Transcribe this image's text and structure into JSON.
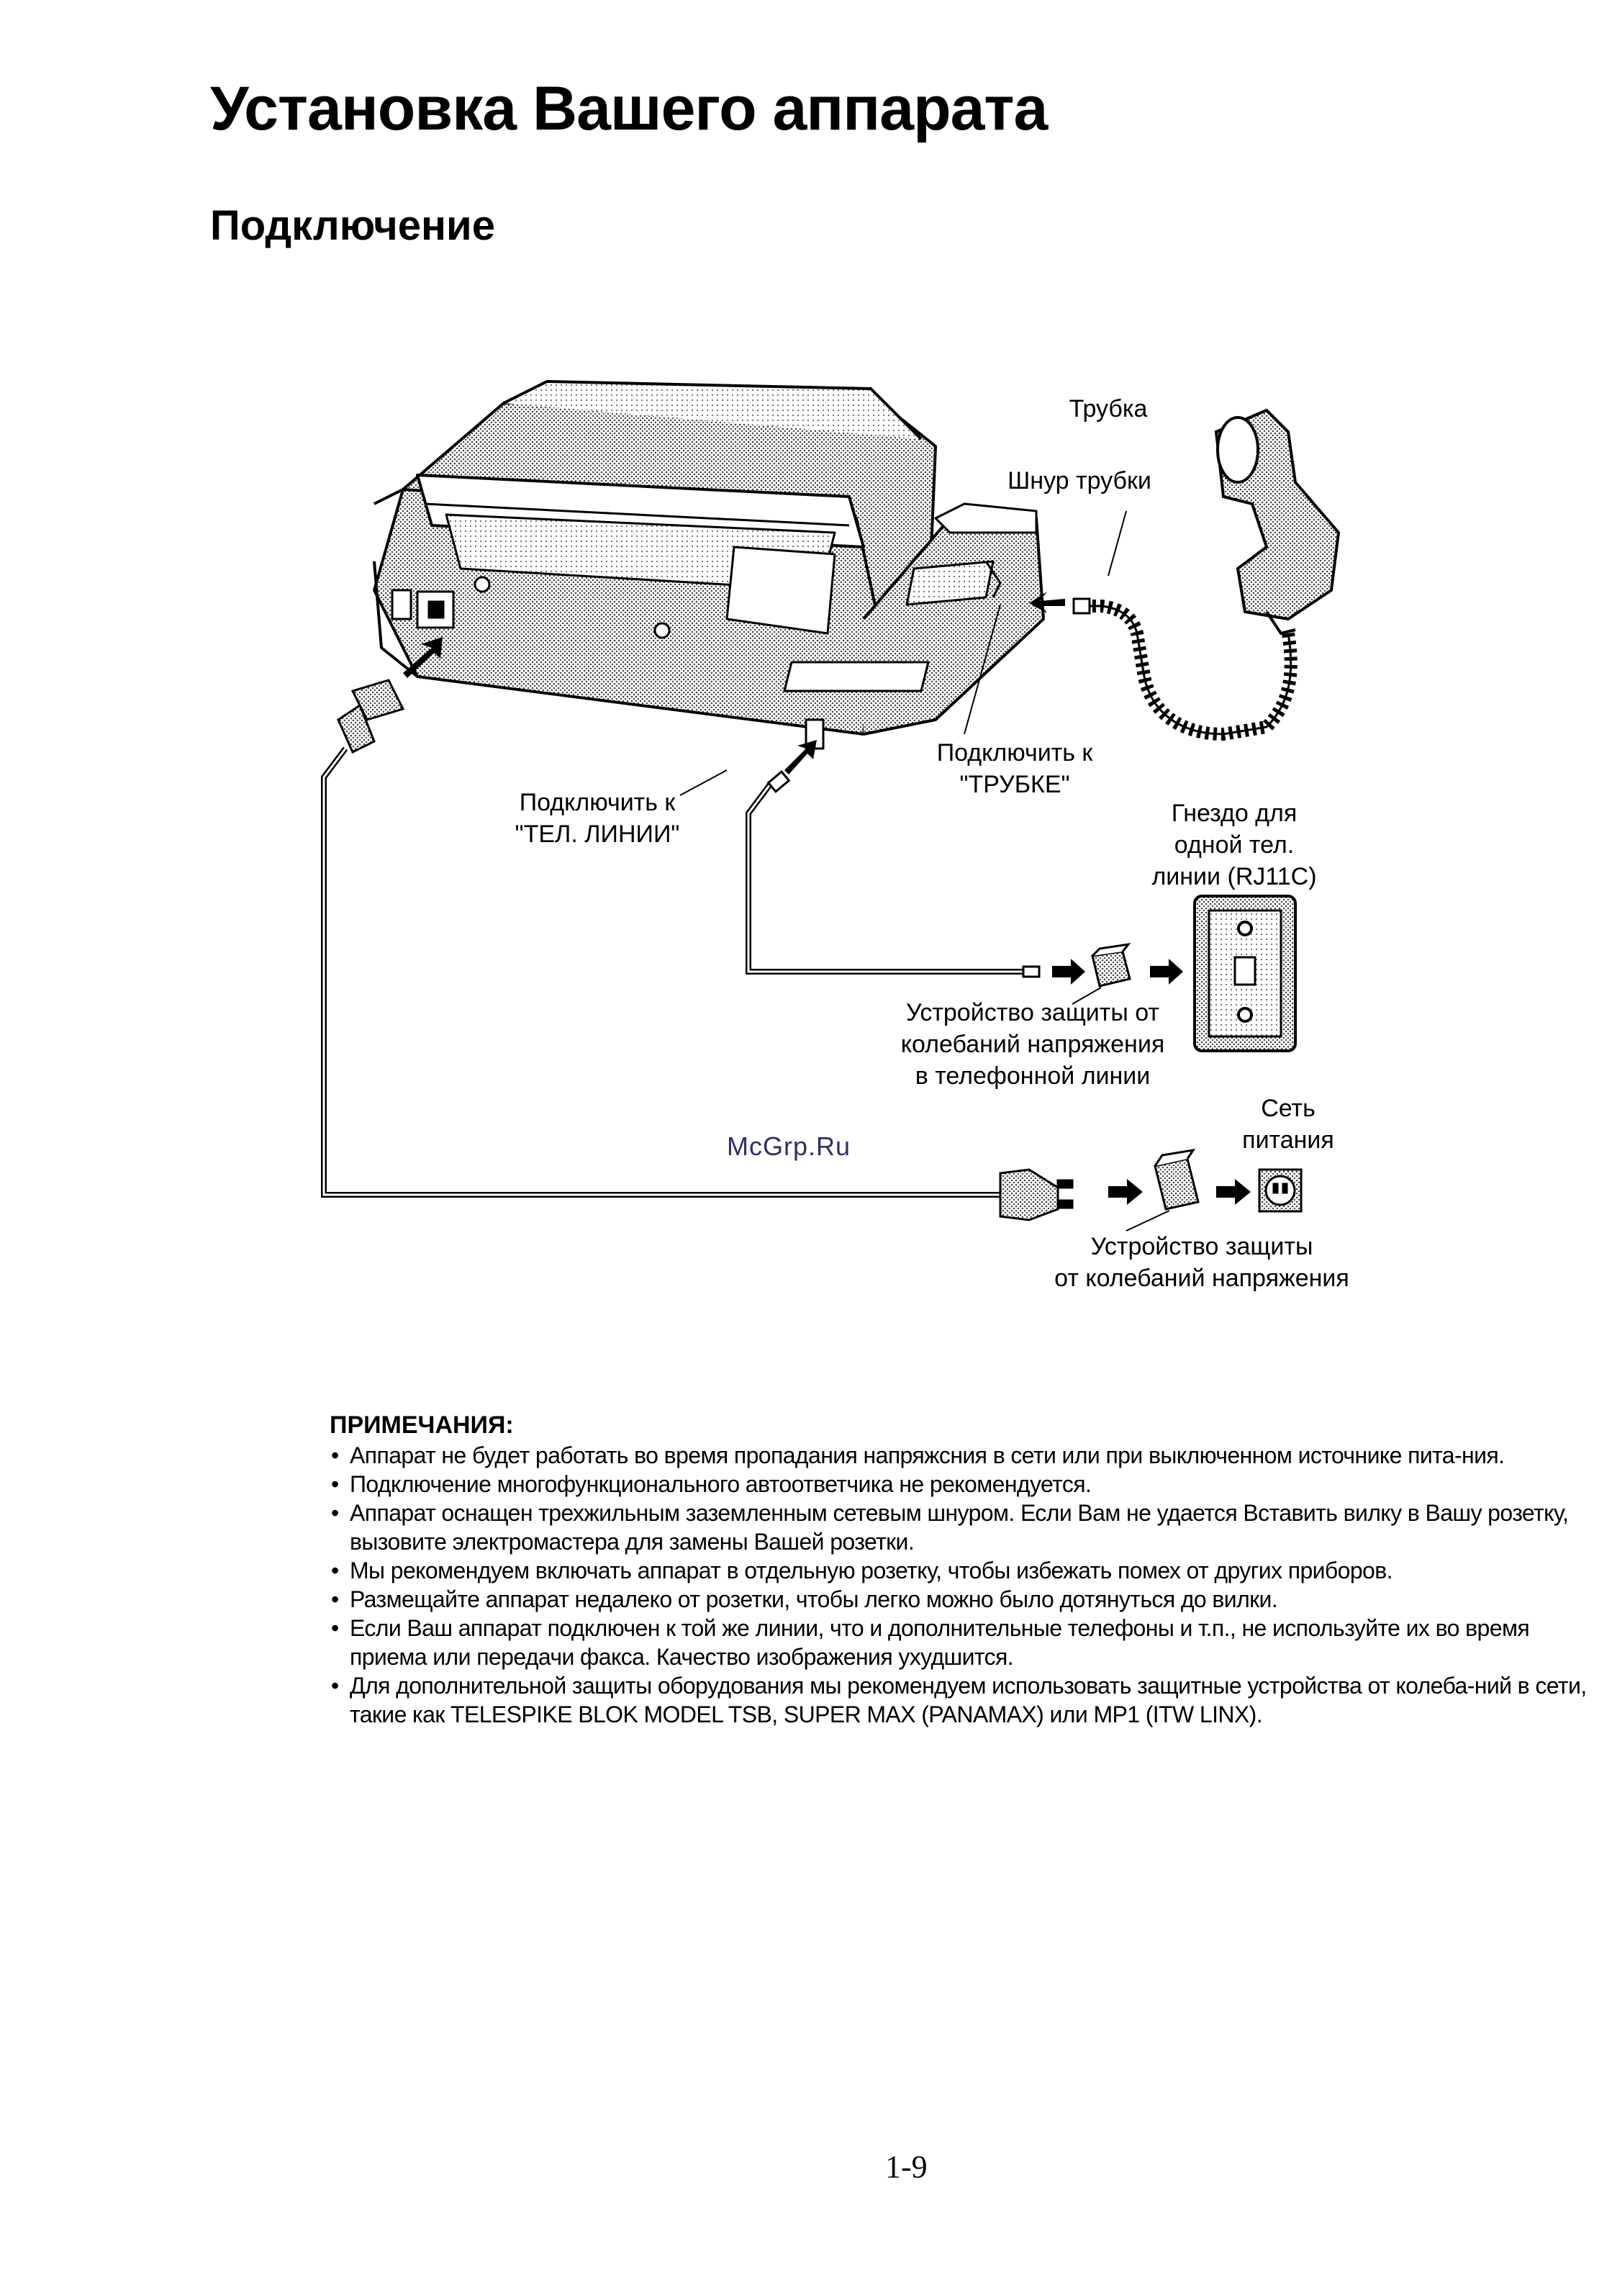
{
  "title": "Установка Вашего аппарата",
  "section": "Подключение",
  "diagram": {
    "handset": "Трубка",
    "handset_cord": "Шнур трубки",
    "connect_handset": [
      "Подключить к",
      "\"ТРУБКЕ\""
    ],
    "connect_line": [
      "Подключить к",
      "\"ТЕЛ. ЛИНИИ\""
    ],
    "jack": [
      "Гнездо для",
      "одной тел.",
      "линии (RJ11C)"
    ],
    "line_surge": [
      "Устройство защиты от",
      "колебаний напряжения",
      "в телефонной линии"
    ],
    "power_outlet": [
      "Сеть",
      "питания"
    ],
    "power_surge": [
      "Устройство защиты",
      "от колебаний напряжения"
    ]
  },
  "watermark": "McGrp.Ru",
  "notes": {
    "heading": "ПРИМЕЧАНИЯ:",
    "items": [
      "Аппарат не будет работать во время пропадания напряжсния в сети или при выключенном источнике пита-ния.",
      "Подключение многофункционального автоответчика не рекомендуется.",
      "Аппарат оснащен трехжильным заземленным сетевым шнуром. Если Вам не удается Вставить вилку в Вашу розетку, вызовите электромастера для замены Вашей розетки.",
      "Мы рекомендуем включать аппарат в отдельную розетку, чтобы избежать помех от других приборов.",
      "Размещайте аппарат недалеко от розетки, чтобы легко можно было дотянуться до вилки.",
      "Если Ваш аппарат подключен к той же линии, что и дополнительные телефоны и т.п., не используйте их во время приема или передачи факса. Качество изображения ухудшится.",
      "Для дополнительной защиты оборудования мы рекомендуем использовать защитные устройства от колеба-ний в сети, такие как TELESPIKE BLOK MODEL TSB, SUPER MAX (PANAMAX) или MP1 (ITW LINX)."
    ]
  },
  "page_number": "1-9"
}
